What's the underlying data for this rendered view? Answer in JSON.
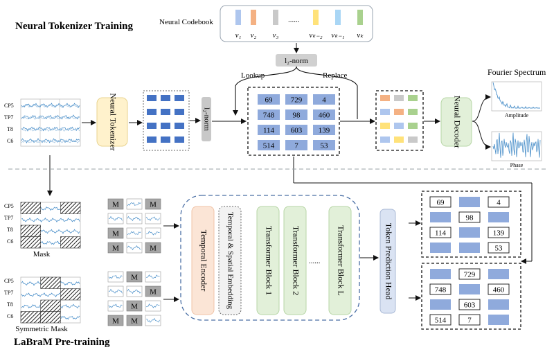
{
  "titles": {
    "tokenizer_training": "Neural Tokenizer Training",
    "pretraining": "LaBraM Pre-training"
  },
  "codebook": {
    "label": "Neural Codebook",
    "ellipsis": "......",
    "items": [
      {
        "label": "v₁",
        "color": "#aec6ee"
      },
      {
        "label": "v₂",
        "color": "#f4b183"
      },
      {
        "label": "v₃",
        "color": "#c9c9c9"
      },
      {
        "label": "vₖ₋₂",
        "color": "#ffe27a"
      },
      {
        "label": "vₖ₋₁",
        "color": "#a9d6f5"
      },
      {
        "label": "vₖ",
        "color": "#a9d18e"
      }
    ]
  },
  "labels": {
    "l2norm_top": "l₂-norm",
    "l2norm_side": "l₂-norm",
    "lookup": "Lookup",
    "replace": "Replace",
    "fourier": "Fourier Spectrum",
    "amplitude": "Amplitude",
    "phase": "Phase",
    "mask": "Mask",
    "symmetric_mask": "Symmetric Mask",
    "m": "M",
    "dots": "......"
  },
  "channels": [
    "CP5",
    "TP7",
    "T8",
    "C6"
  ],
  "blocks": {
    "neural_tokenizer": "Neural Tokenizer",
    "neural_decoder": "Neural Decoder",
    "temporal_encoder": "Temporal Encoder",
    "embedding": "Temporal & Spatial Embedding",
    "tb1": "Transformer Block 1",
    "tb2": "Transformer Block 2",
    "tbl": "Transformer Block L",
    "head": "Token Prediction Head"
  },
  "lookup_grid": [
    "69",
    "729",
    "4",
    "748",
    "98",
    "460",
    "114",
    "603",
    "139",
    "514",
    "7",
    "53"
  ],
  "replace_colors": [
    "#f4b183",
    "#c9c9c9",
    "#a9d18e",
    "#aec6ee",
    "#f4b183",
    "#a9d18e",
    "#ffe27a",
    "#aec6ee",
    "#a9d18e",
    "#aec6ee",
    "#ffe27a",
    "#c9c9c9"
  ],
  "pred_top": [
    "69",
    "",
    "4",
    "",
    "98",
    "",
    "114",
    "",
    "139",
    "",
    "",
    "53"
  ],
  "pred_bottom": [
    "",
    "729",
    "",
    "748",
    "",
    "460",
    "",
    "603",
    "",
    "514",
    "7",
    ""
  ],
  "mask_pattern": [
    true,
    false,
    true,
    false,
    false,
    false,
    true,
    false,
    false,
    true,
    false,
    true
  ],
  "sym_pattern": [
    false,
    true,
    false,
    false,
    false,
    true,
    false,
    true,
    false,
    true,
    true,
    false
  ],
  "colors": {
    "token_blue": "#4472c4",
    "light_blue": "#8faadc",
    "tokenizer_fill": "#fff2cc",
    "decoder_fill": "#e2f0d9",
    "temporal_fill": "#fbe5d6",
    "transformer_fill": "#e2f0d9",
    "head_fill": "#dae3f3"
  }
}
